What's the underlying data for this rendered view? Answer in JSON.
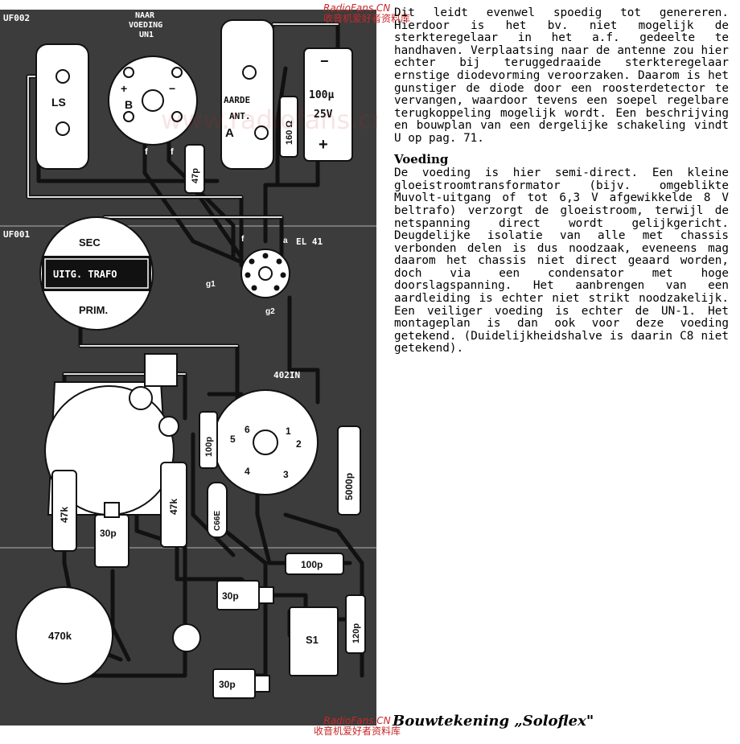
{
  "watermark": {
    "site": "RadioFans.CN",
    "cn": "收音机爱好者资料库",
    "faint": "www.radiofans.cn"
  },
  "article": {
    "para1": "Dit leidt evenwel spoedig tot genereren. Hierdoor is het bv. niet mogelijk de sterkteregelaar in het a.f. gedeelte te handhaven. Verplaatsing naar de antenne zou hier echter bij teruggedraaide sterkteregelaar ernstige diodevorming veroorzaken. Daarom is het gunstiger de diode door een roosterdetector te vervangen, waardoor tevens een soepel regelbare terugkoppeling mogelijk wordt. Een beschrijving en bouwplan van een dergelijke schakeling vindt U op pag. 71.",
    "heading": "Voeding",
    "para2": "De voeding is hier semi-direct. Een kleine gloeistroomtransformator (bijv. omgeblikte Muvolt-uitgang of tot 6,3 V afgewikkelde 8 V beltrafo) verzorgt de gloeistroom, terwijl de netspanning direct wordt gelijkgericht. Deugdelijke isolatie van alle met chassis verbonden delen is dus noodzaak, eveneens mag daarom het chassis niet direct geaard worden, doch via een condensator met hoge doorslagspanning. Het aanbrengen van een aardleiding is echter niet strikt noodzakelijk. Een veiliger voeding is echter de UN-1. Het montageplan is dan ook voor deze voeding getekend. (Duidelijkheidshalve is daarin C8 niet getekend)."
  },
  "caption": "Bouwtekening „Soloflex\"",
  "diagram": {
    "board_top": "UF002",
    "board_mid": "UF001",
    "ls": "LS",
    "naar_voeding": [
      "NAAR",
      "VOEDING",
      "UN1"
    ],
    "plus": "+",
    "minus": "−",
    "b": "B",
    "f": "f",
    "aarde": "AARDE",
    "ant": "ANT.",
    "a": "A",
    "cap_100u": "100μ",
    "cap_25v": "25V",
    "cap_minus": "−",
    "cap_plus": "+",
    "r160": "160 Ω",
    "c47p": "47p",
    "el41": "EL 41",
    "tube_g1": "g1",
    "tube_g2": "g2",
    "tube_f": "f",
    "tube_a": "a",
    "trafo_sec": "SEC",
    "trafo_name": "UITG. TRAFO",
    "trafo_prim": "PRIM.",
    "coil_name": "402IN",
    "pins": [
      "1",
      "2",
      "3",
      "4",
      "5",
      "6"
    ],
    "c100p_vert": "100p",
    "c5000p": "5000p",
    "r47k_left": "47k",
    "r47k_mid": "47k",
    "c30p_trim": "30p",
    "c66e": "C66E",
    "c100p_horiz": "100p",
    "c30p_mid": "30p",
    "c30p_bottom": "30p",
    "c120p": "120p",
    "s1": "S1",
    "pot470k": "470k"
  }
}
